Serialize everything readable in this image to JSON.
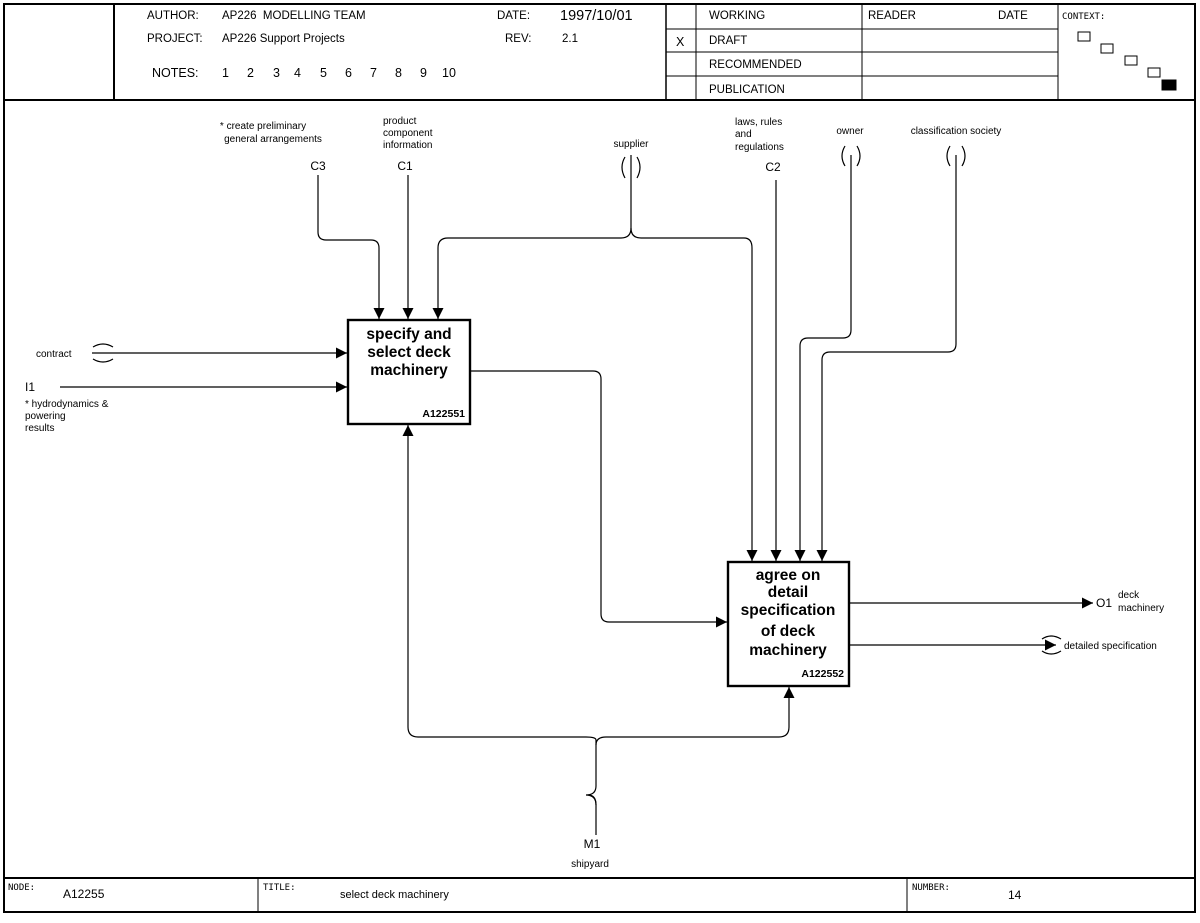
{
  "header": {
    "author_label": "AUTHOR:",
    "author": "AP226  MODELLING TEAM",
    "project_label": "PROJECT:",
    "project": "AP226 Support Projects",
    "notes_label": "NOTES:",
    "notes": [
      "1",
      "2",
      "3",
      "4",
      "5",
      "6",
      "7",
      "8",
      "9",
      "10"
    ],
    "date_label": "DATE:",
    "date": "1997/10/01",
    "rev_label": "REV:",
    "rev": "2.1",
    "status_mark": "X",
    "status": [
      "WORKING",
      "DRAFT",
      "RECOMMENDED",
      "PUBLICATION"
    ],
    "reader_label": "READER",
    "reader_date_label": "DATE",
    "context_label": "CONTEXT:"
  },
  "activities": {
    "a1": {
      "lines": [
        "specify and",
        "select deck",
        "machinery"
      ],
      "node": "A122551"
    },
    "a2": {
      "lines": [
        "agree on",
        "detail",
        "specification",
        "of deck",
        "machinery"
      ],
      "node": "A122552"
    }
  },
  "arrows": {
    "c3": {
      "code": "C3",
      "lines": [
        "* create preliminary",
        "general arrangements"
      ]
    },
    "c1": {
      "code": "C1",
      "lines": [
        "product",
        "component",
        "information"
      ]
    },
    "supplier": {
      "label": "supplier"
    },
    "c2": {
      "code": "C2",
      "lines": [
        "laws, rules",
        "and",
        "regulations"
      ]
    },
    "owner": {
      "label": "owner"
    },
    "class_society": {
      "label": "classification society"
    },
    "contract": {
      "label": "contract"
    },
    "i1": {
      "code": "I1",
      "lines": [
        "* hydrodynamics &",
        "powering",
        "results"
      ]
    },
    "o1": {
      "code": "O1",
      "lines": [
        "deck",
        "machinery"
      ]
    },
    "detailed_spec": {
      "label": "detailed specification"
    },
    "m1": {
      "code": "M1",
      "label": "shipyard"
    }
  },
  "footer": {
    "node_label": "NODE:",
    "node": "A12255",
    "title_label": "TITLE:",
    "title": "select deck machinery",
    "number_label": "NUMBER:",
    "number": "14"
  }
}
